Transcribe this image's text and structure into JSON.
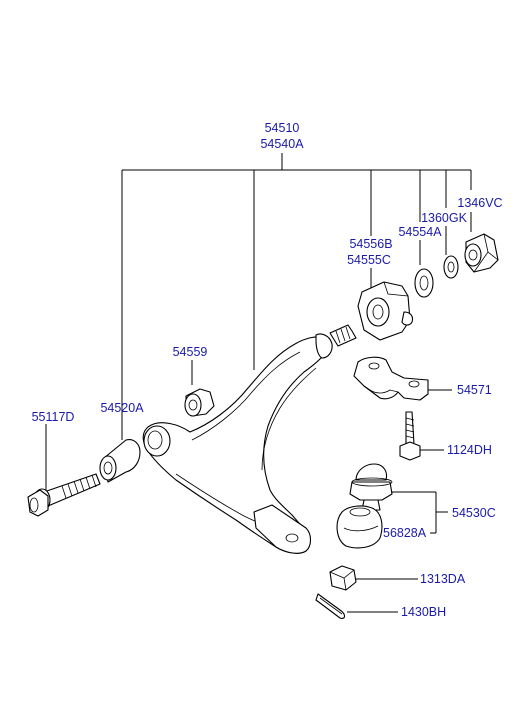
{
  "labels": {
    "main_top": "54510",
    "main_bottom": "54540A",
    "bushing_top": "54556B",
    "bushing_bottom": "54555C",
    "washer_a": "54554A",
    "washer_b": "1360GK",
    "nut_top": "1346VC",
    "cap": "54559",
    "bolt_left": "55117D",
    "sleeve_left": "54520A",
    "bracket": "54571",
    "bolt_small": "1124DH",
    "ball_joint": "54530C",
    "boot": "56828A",
    "nut_bottom": "1313DA",
    "pin": "1430BH"
  }
}
